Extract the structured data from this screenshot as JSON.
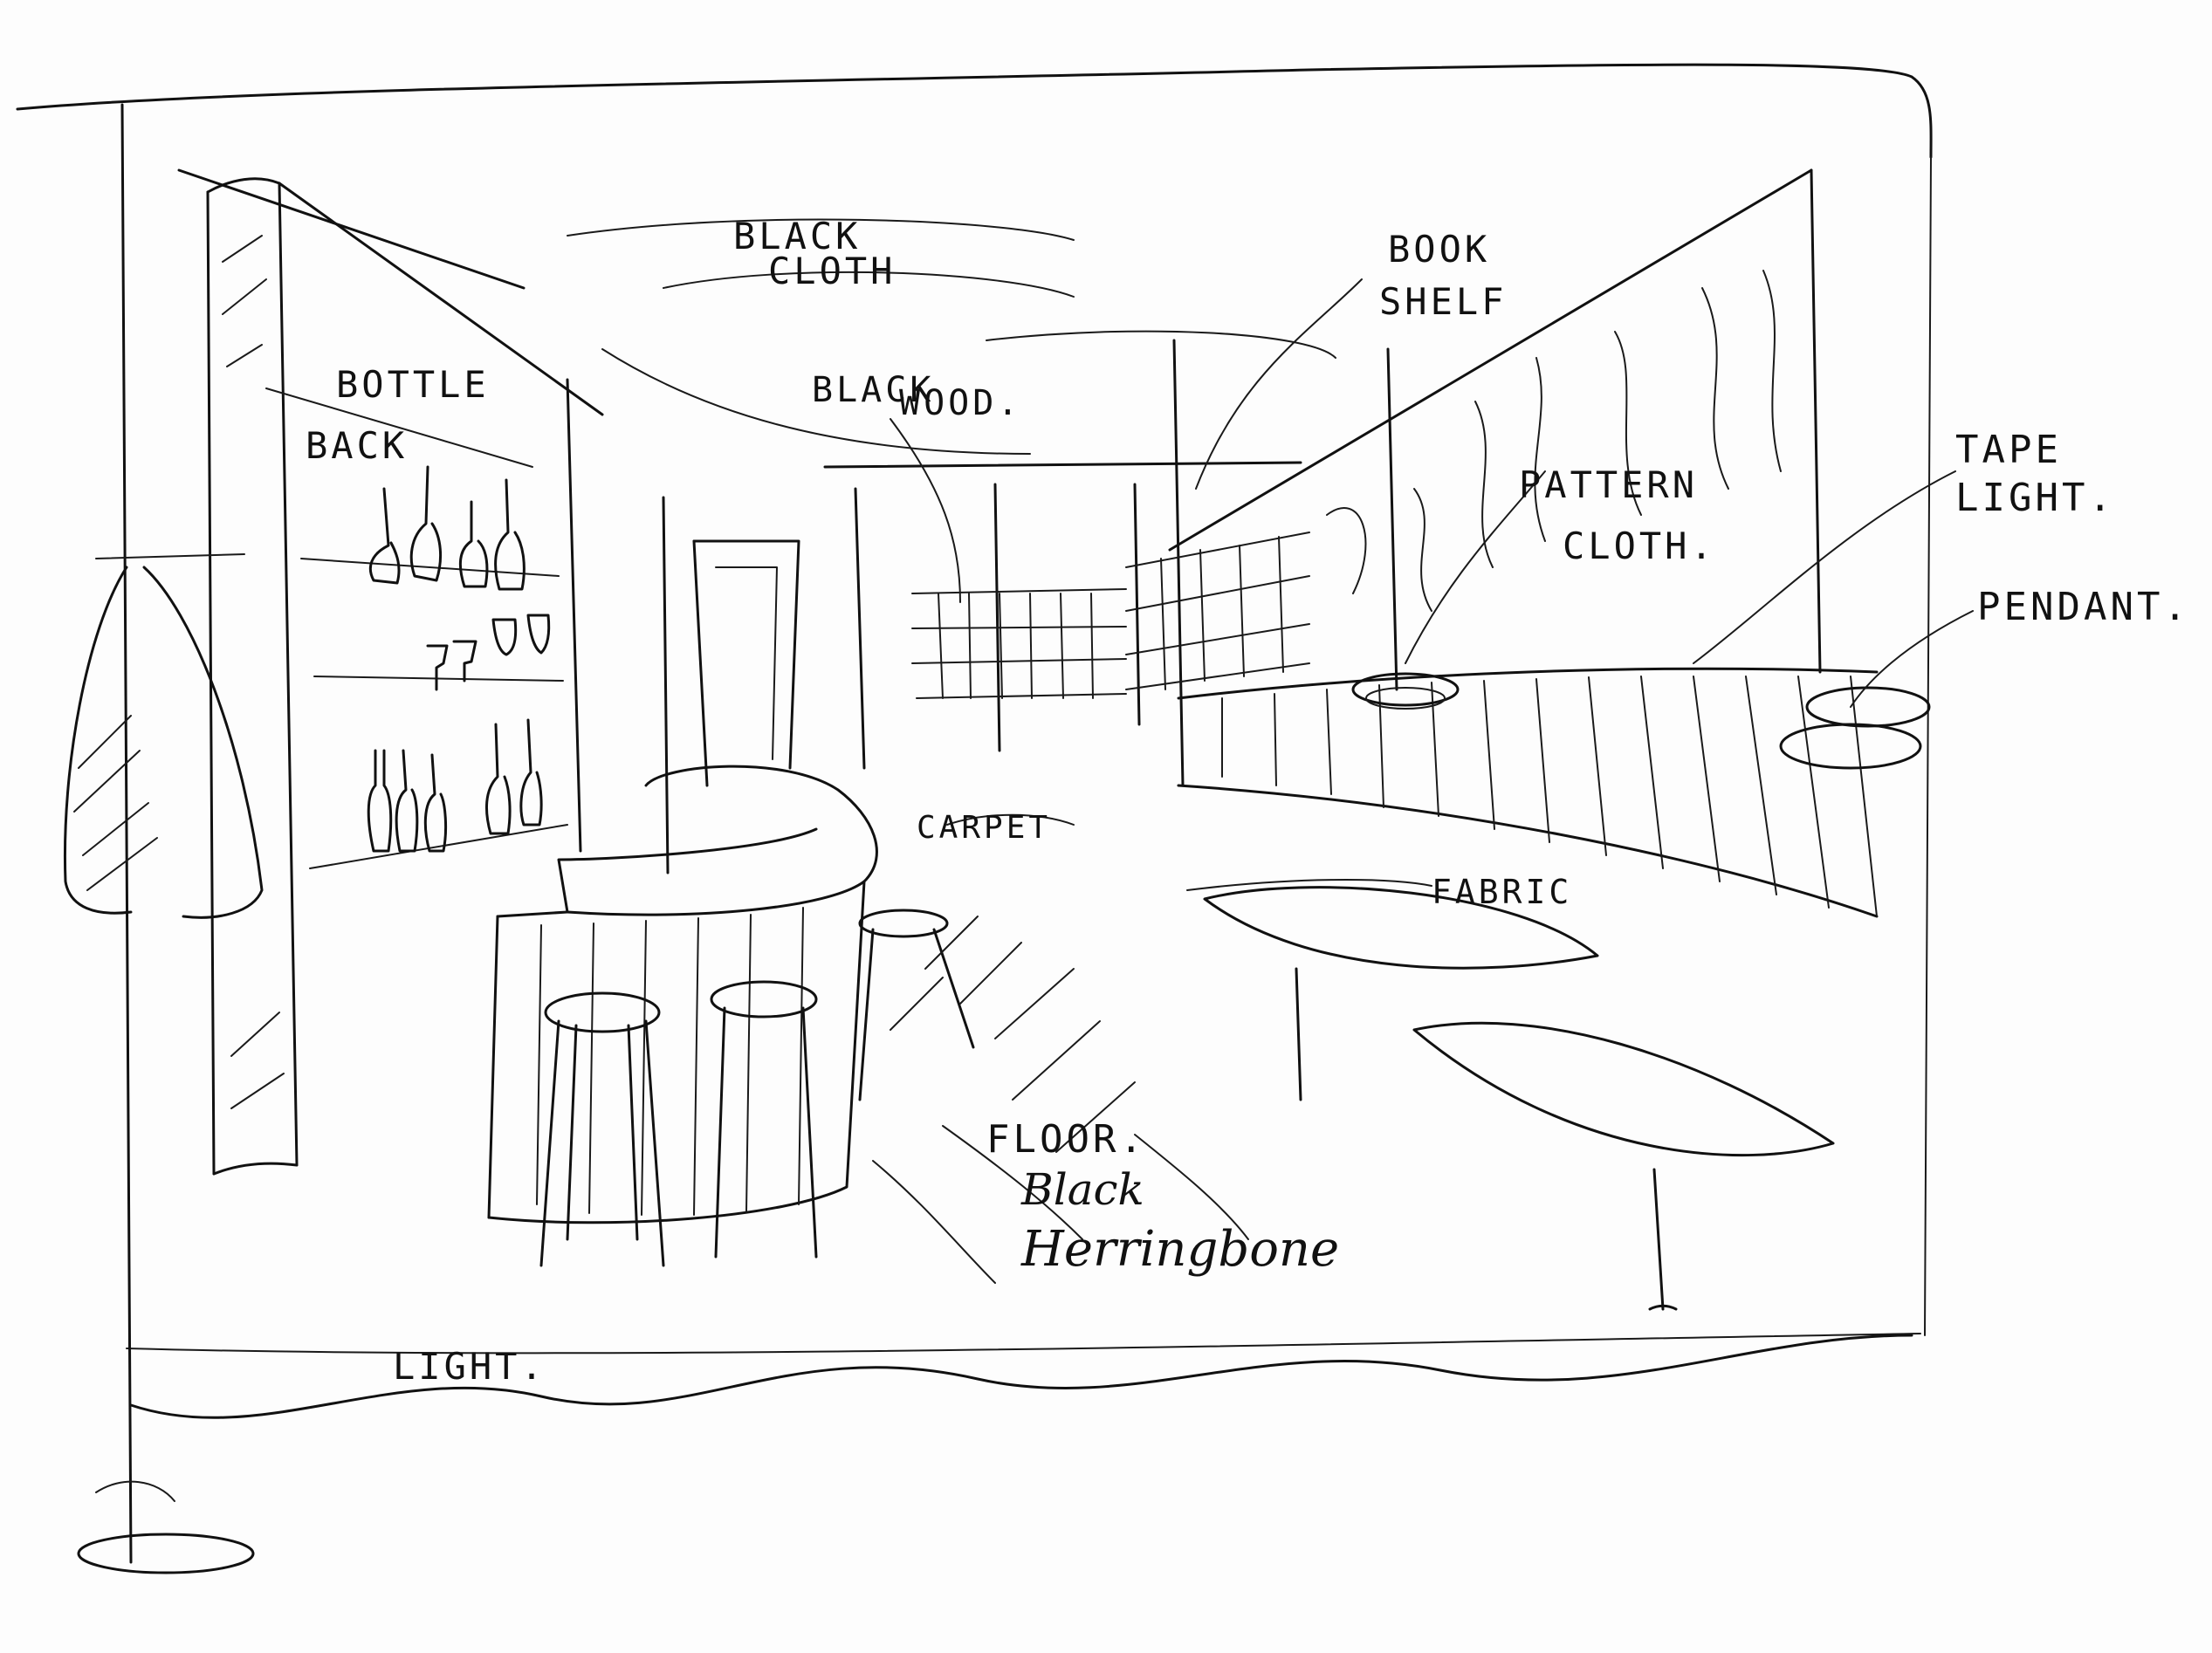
{
  "annotations": {
    "black_cloth_line1": "BLACK",
    "black_cloth_line2": "CLOTH",
    "book_shelf_line1": "BOOK",
    "book_shelf_line2": "SHELF",
    "black_wood_line1": "BLACK",
    "black_wood_line2": "WOOD.",
    "bottle_back_line1": "BOTTLE",
    "bottle_back_line2": "BACK",
    "pattern_cloth_line1": "PATTERN",
    "pattern_cloth_line2": "CLOTH.",
    "tape_light_line1": "TAPE",
    "tape_light_line2": "LIGHT.",
    "pendant": "PENDANT.",
    "carpet": "CARPET",
    "fabric": "FABRIC",
    "floor_line1": "FLOOR.",
    "floor_line2": "Black",
    "floor_line3": "Herringbone",
    "light": "LIGHT."
  }
}
